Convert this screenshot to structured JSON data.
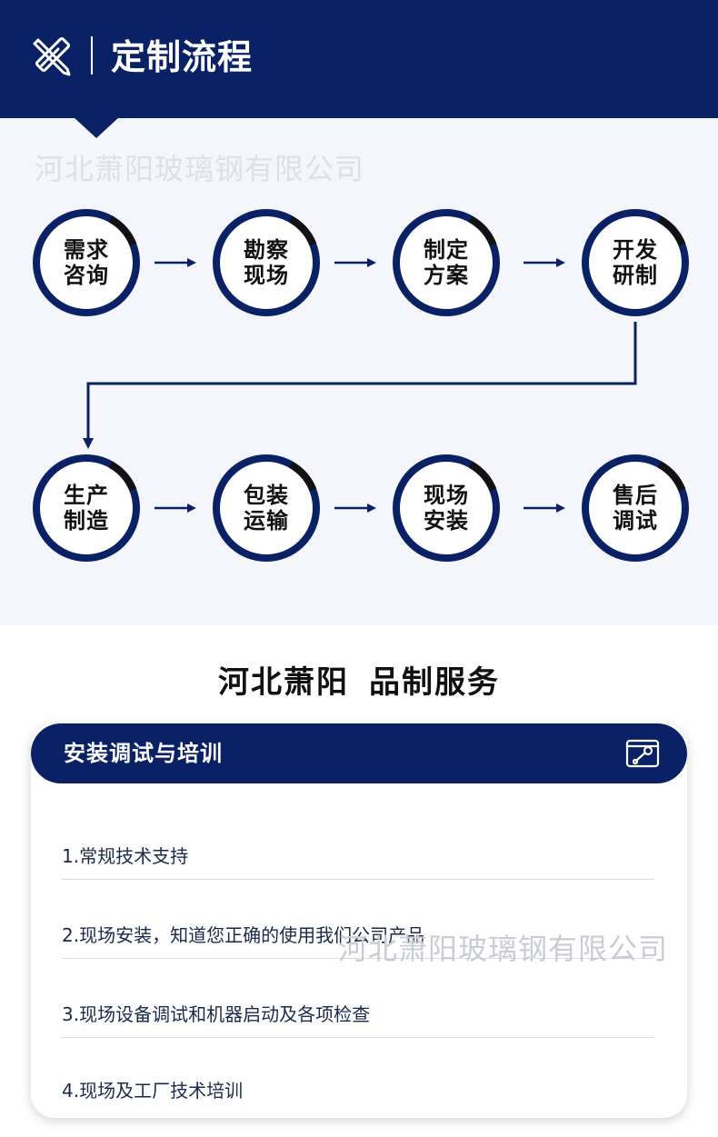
{
  "header": {
    "title": "定制流程",
    "icon": "pencil-ruler-icon",
    "color": "#0a2166"
  },
  "watermark": "河北萧阳玻璃钢有限公司",
  "process_steps": [
    {
      "line1": "需求",
      "line2": "咨询"
    },
    {
      "line1": "勘察",
      "line2": "现场"
    },
    {
      "line1": "制定",
      "line2": "方案"
    },
    {
      "line1": "开发",
      "line2": "研制"
    },
    {
      "line1": "生产",
      "line2": "制造"
    },
    {
      "line1": "包装",
      "line2": "运输"
    },
    {
      "line1": "现场",
      "line2": "安装"
    },
    {
      "line1": "售后",
      "line2": "调试"
    }
  ],
  "section": {
    "title_part1": "河北萧阳",
    "title_part2": "品制服务"
  },
  "service_card": {
    "title": "安装调试与培训",
    "icon": "wrench-window-icon",
    "items": [
      "1.常规技术支持",
      "2.现场安装，知道您正确的使用我们公司产品",
      "3.现场设备调试和机器启动及各项检查",
      "4.现场及工厂技术培训"
    ]
  }
}
